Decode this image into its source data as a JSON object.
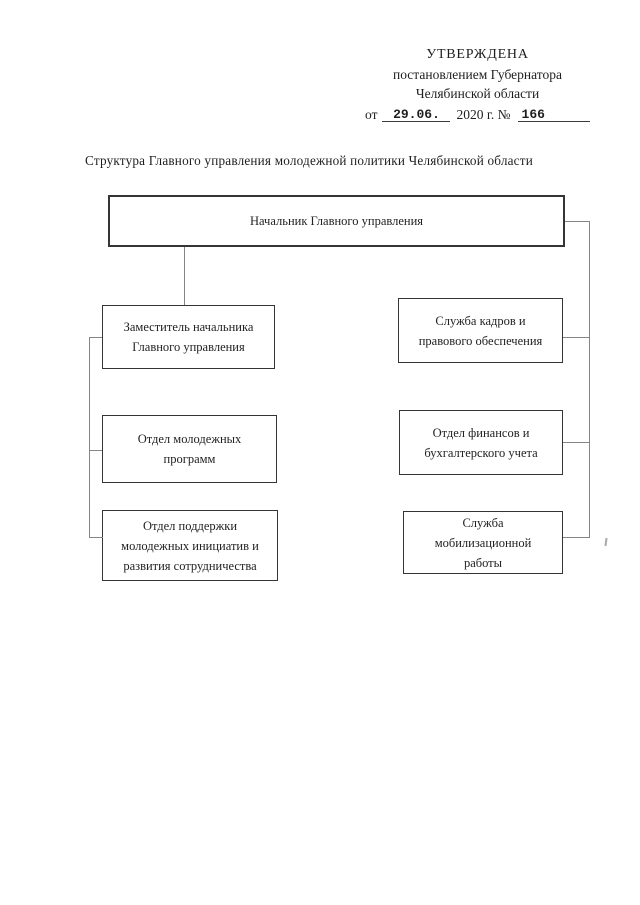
{
  "colors": {
    "ink": "#1e1e1e",
    "box_border": "#353535",
    "connector": "#858585",
    "background": "#ffffff"
  },
  "approval_block": {
    "line1": "УТВЕРЖДЕНА",
    "line2": "постановлением Губернатора",
    "line3": "Челябинской области",
    "date_line": {
      "prefix": "от",
      "date_value": "29.06.",
      "middle": "2020 г. №",
      "number_value": "166"
    }
  },
  "title": "Структура Главного управления молодежной политики Челябинской области",
  "org_chart": {
    "root": {
      "label": "Начальник Главного управления"
    },
    "left_branch": [
      {
        "label": "Заместитель начальника Главного управления"
      },
      {
        "label": "Отдел молодежных программ"
      },
      {
        "label": "Отдел поддержки молодежных инициатив и развития сотрудничества"
      }
    ],
    "right_branch": [
      {
        "label": "Служба кадров и правового обеспечения"
      },
      {
        "label": "Отдел финансов и бухгалтерского учета"
      },
      {
        "label": "Служба мобилизационной работы"
      }
    ]
  }
}
